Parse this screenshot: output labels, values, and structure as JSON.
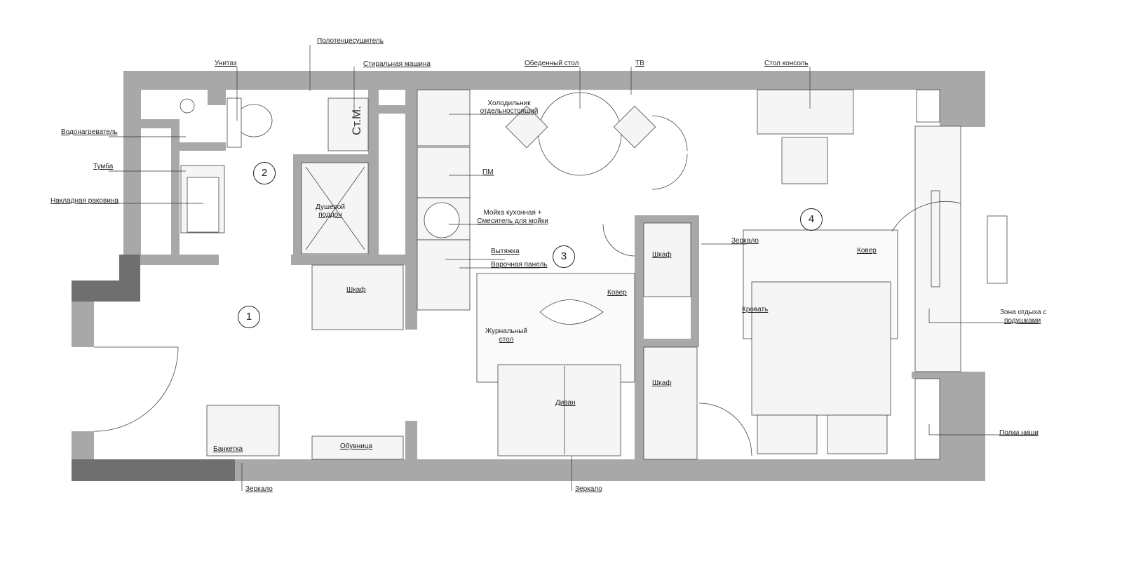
{
  "rooms": [
    "1",
    "2",
    "3",
    "4"
  ],
  "labels": {
    "towel_dryer": "Полотенцесушитель",
    "toilet": "Унитаз",
    "washing_machine": "Стиральная машина",
    "dining_table": "Обеденный стол",
    "tv": "ТВ",
    "console_table": "Стол консоль",
    "water_heater": "Водонагреватель",
    "cabinet": "Тумба",
    "sink": "Накладная раковина",
    "fridge_line1": "Холодильник",
    "fridge_line2": "отдельностоящий",
    "dishwasher": "ПМ",
    "kitchen_sink_line1": "Мойка кухонная +",
    "kitchen_sink_line2": "Смеситель для мойки",
    "hood": "Вытяжка",
    "hob": "Варочная панель",
    "shower_line1": "Душевой",
    "shower_line2": "поддон",
    "wm_short": "Ст.М.",
    "wardrobe_hall": "Шкаф",
    "wardrobe_living": "Шкаф",
    "wardrobe_bedroom": "Шкаф",
    "rug_living": "Ковер",
    "rug_bedroom": "Ковер",
    "mirror_bedroom": "Зеркало",
    "mirror_hall": "Зеркало",
    "mirror_living": "Зеркало",
    "bed": "Кровать",
    "coffee_table_line1": "Журнальный",
    "coffee_table_line2": "стол",
    "sofa": "Диван",
    "bench": "Банкетка",
    "shoe_rack": "Обувница",
    "lounge_line1": "Зона отдыха с",
    "lounge_line2": "подушками",
    "niche_shelves": "Полки ниши"
  },
  "colors": {
    "wall": "#a8a8a8",
    "wall_dark": "#6f6f6f",
    "line": "#333333",
    "furniture": "#f3f3f3"
  }
}
